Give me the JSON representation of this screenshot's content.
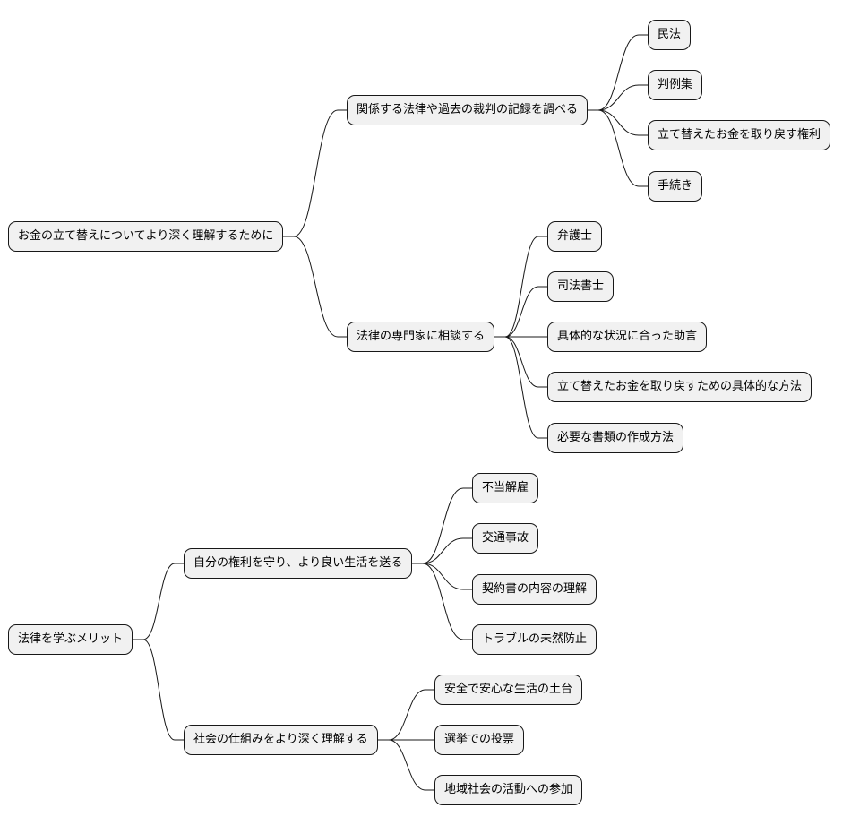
{
  "colors": {
    "node_fill": "#f1f1f1",
    "node_border": "#181818",
    "line": "#181818",
    "background": "#ffffff"
  },
  "maps": [
    {
      "root": "お金の立て替えについてより深く理解するために",
      "branches": [
        {
          "label": "関係する法律や過去の裁判の記録を調べる",
          "children": [
            "民法",
            "判例集",
            "立て替えたお金を取り戻す権利",
            "手続き"
          ]
        },
        {
          "label": "法律の専門家に相談する",
          "children": [
            "弁護士",
            "司法書士",
            "具体的な状況に合った助言",
            "立て替えたお金を取り戻すための具体的な方法",
            "必要な書類の作成方法"
          ]
        }
      ]
    },
    {
      "root": "法律を学ぶメリット",
      "branches": [
        {
          "label": "自分の権利を守り、より良い生活を送る",
          "children": [
            "不当解雇",
            "交通事故",
            "契約書の内容の理解",
            "トラブルの未然防止"
          ]
        },
        {
          "label": "社会の仕組みをより深く理解する",
          "children": [
            "安全で安心な生活の土台",
            "選挙での投票",
            "地域社会の活動への参加"
          ]
        }
      ]
    }
  ]
}
